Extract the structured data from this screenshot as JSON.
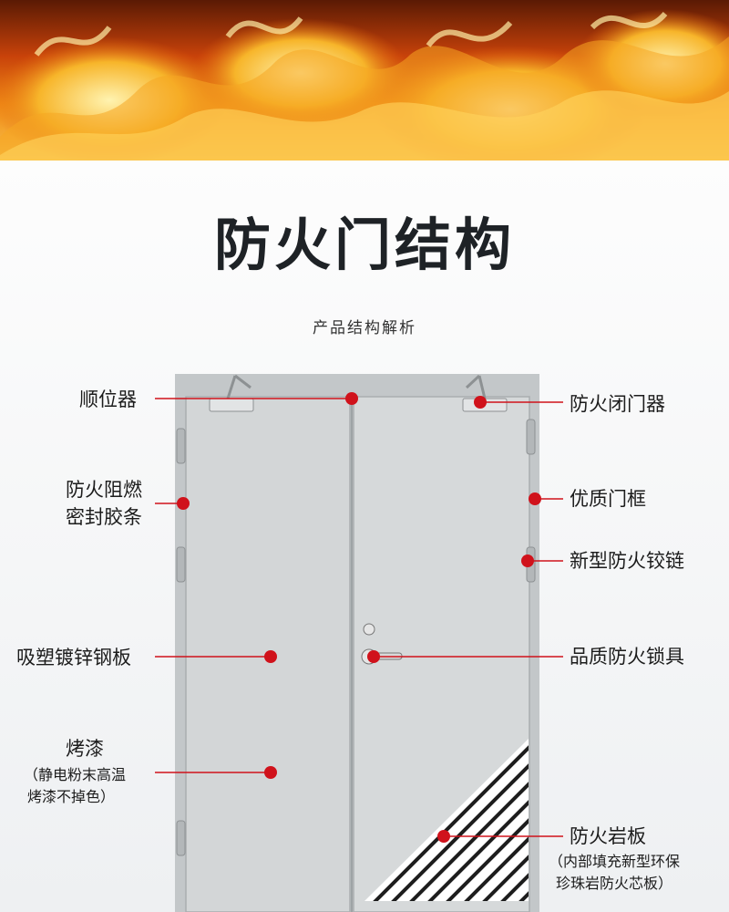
{
  "title": "防火门结构",
  "subtitle": "产品结构解析",
  "labels": {
    "shunweiqi": "顺位器",
    "seal_line1": "防火阻燃",
    "seal_line2": "密封胶条",
    "steel": "吸塑镀锌钢板",
    "paint": "烤漆",
    "paint_note_line1": "（静电粉末高温",
    "paint_note_line2": "烤漆不掉色）",
    "closer": "防火闭门器",
    "frame": "优质门框",
    "hinge": "新型防火铰链",
    "lock": "品质防火锁具",
    "board": "防火岩板",
    "board_note_line1": "（内部填充新型环保",
    "board_note_line2": "珍珠岩防火芯板）"
  },
  "colors": {
    "marker": "#d0121b",
    "door": "#cfd2d3",
    "frame": "#bfc3c5"
  },
  "icons": {
    "banner": "flame-image",
    "door": "double-fire-door-illustration"
  }
}
